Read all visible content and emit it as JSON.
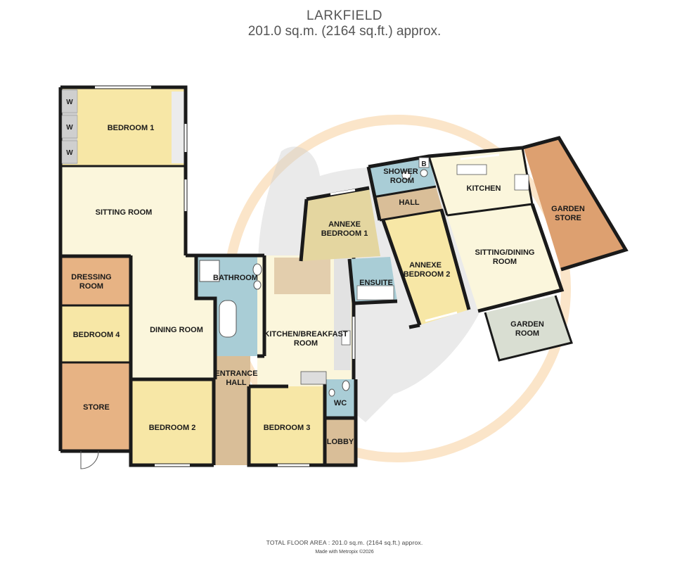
{
  "header": {
    "property_name": "LARKFIELD",
    "area_summary": "201.0 sq.m. (2164 sq.ft.) approx."
  },
  "rooms": {
    "bedroom_1": "BEDROOM 1",
    "sitting_room": "SITTING ROOM",
    "dressing_room": [
      "DRESSING",
      "ROOM"
    ],
    "bedroom_4": "BEDROOM 4",
    "store": "STORE",
    "dining_room": "DINING ROOM",
    "bedroom_2": "BEDROOM 2",
    "entrance_hall": [
      "ENTRANCE",
      "HALL"
    ],
    "bathroom": "BATHROOM",
    "kitchen_breakfast": [
      "KITCHEN/BREAKFAST",
      "ROOM"
    ],
    "bedroom_3": "BEDROOM 3",
    "wc": "WC",
    "lobby": "LOBBY",
    "annexe_bedroom_1": [
      "ANNEXE",
      "BEDROOM 1"
    ],
    "ensuite": "ENSUITE",
    "shower_room": [
      "SHOWER",
      "ROOM"
    ],
    "hall": "HALL",
    "annexe_bedroom_2": [
      "ANNEXE",
      "BEDROOM 2"
    ],
    "kitchen": "KITCHEN",
    "sitting_dining_room": [
      "SITTING/DINING",
      "ROOM"
    ],
    "garden_store": [
      "GARDEN",
      "STORE"
    ],
    "garden_room": [
      "GARDEN",
      "ROOM"
    ],
    "wardrobe_marker": "W",
    "boiler_marker": "B"
  },
  "colors": {
    "bedroom": "#f7e7a6",
    "sitting": "#fbf6dc",
    "bath": "#a9cdd6",
    "store": "#e7b384",
    "hall": "#d9be98",
    "annexe_bed": "#e4d6a0",
    "garden_store": "#dda070",
    "garden_room": "#d9ded2",
    "wall": "#1a1a1a",
    "watermark_ring": "#f6c78a"
  },
  "footer": {
    "total_area": "TOTAL FLOOR AREA : 201.0 sq.m. (2164 sq.ft.) approx.",
    "credit": "Made with Metropix ©2026"
  }
}
